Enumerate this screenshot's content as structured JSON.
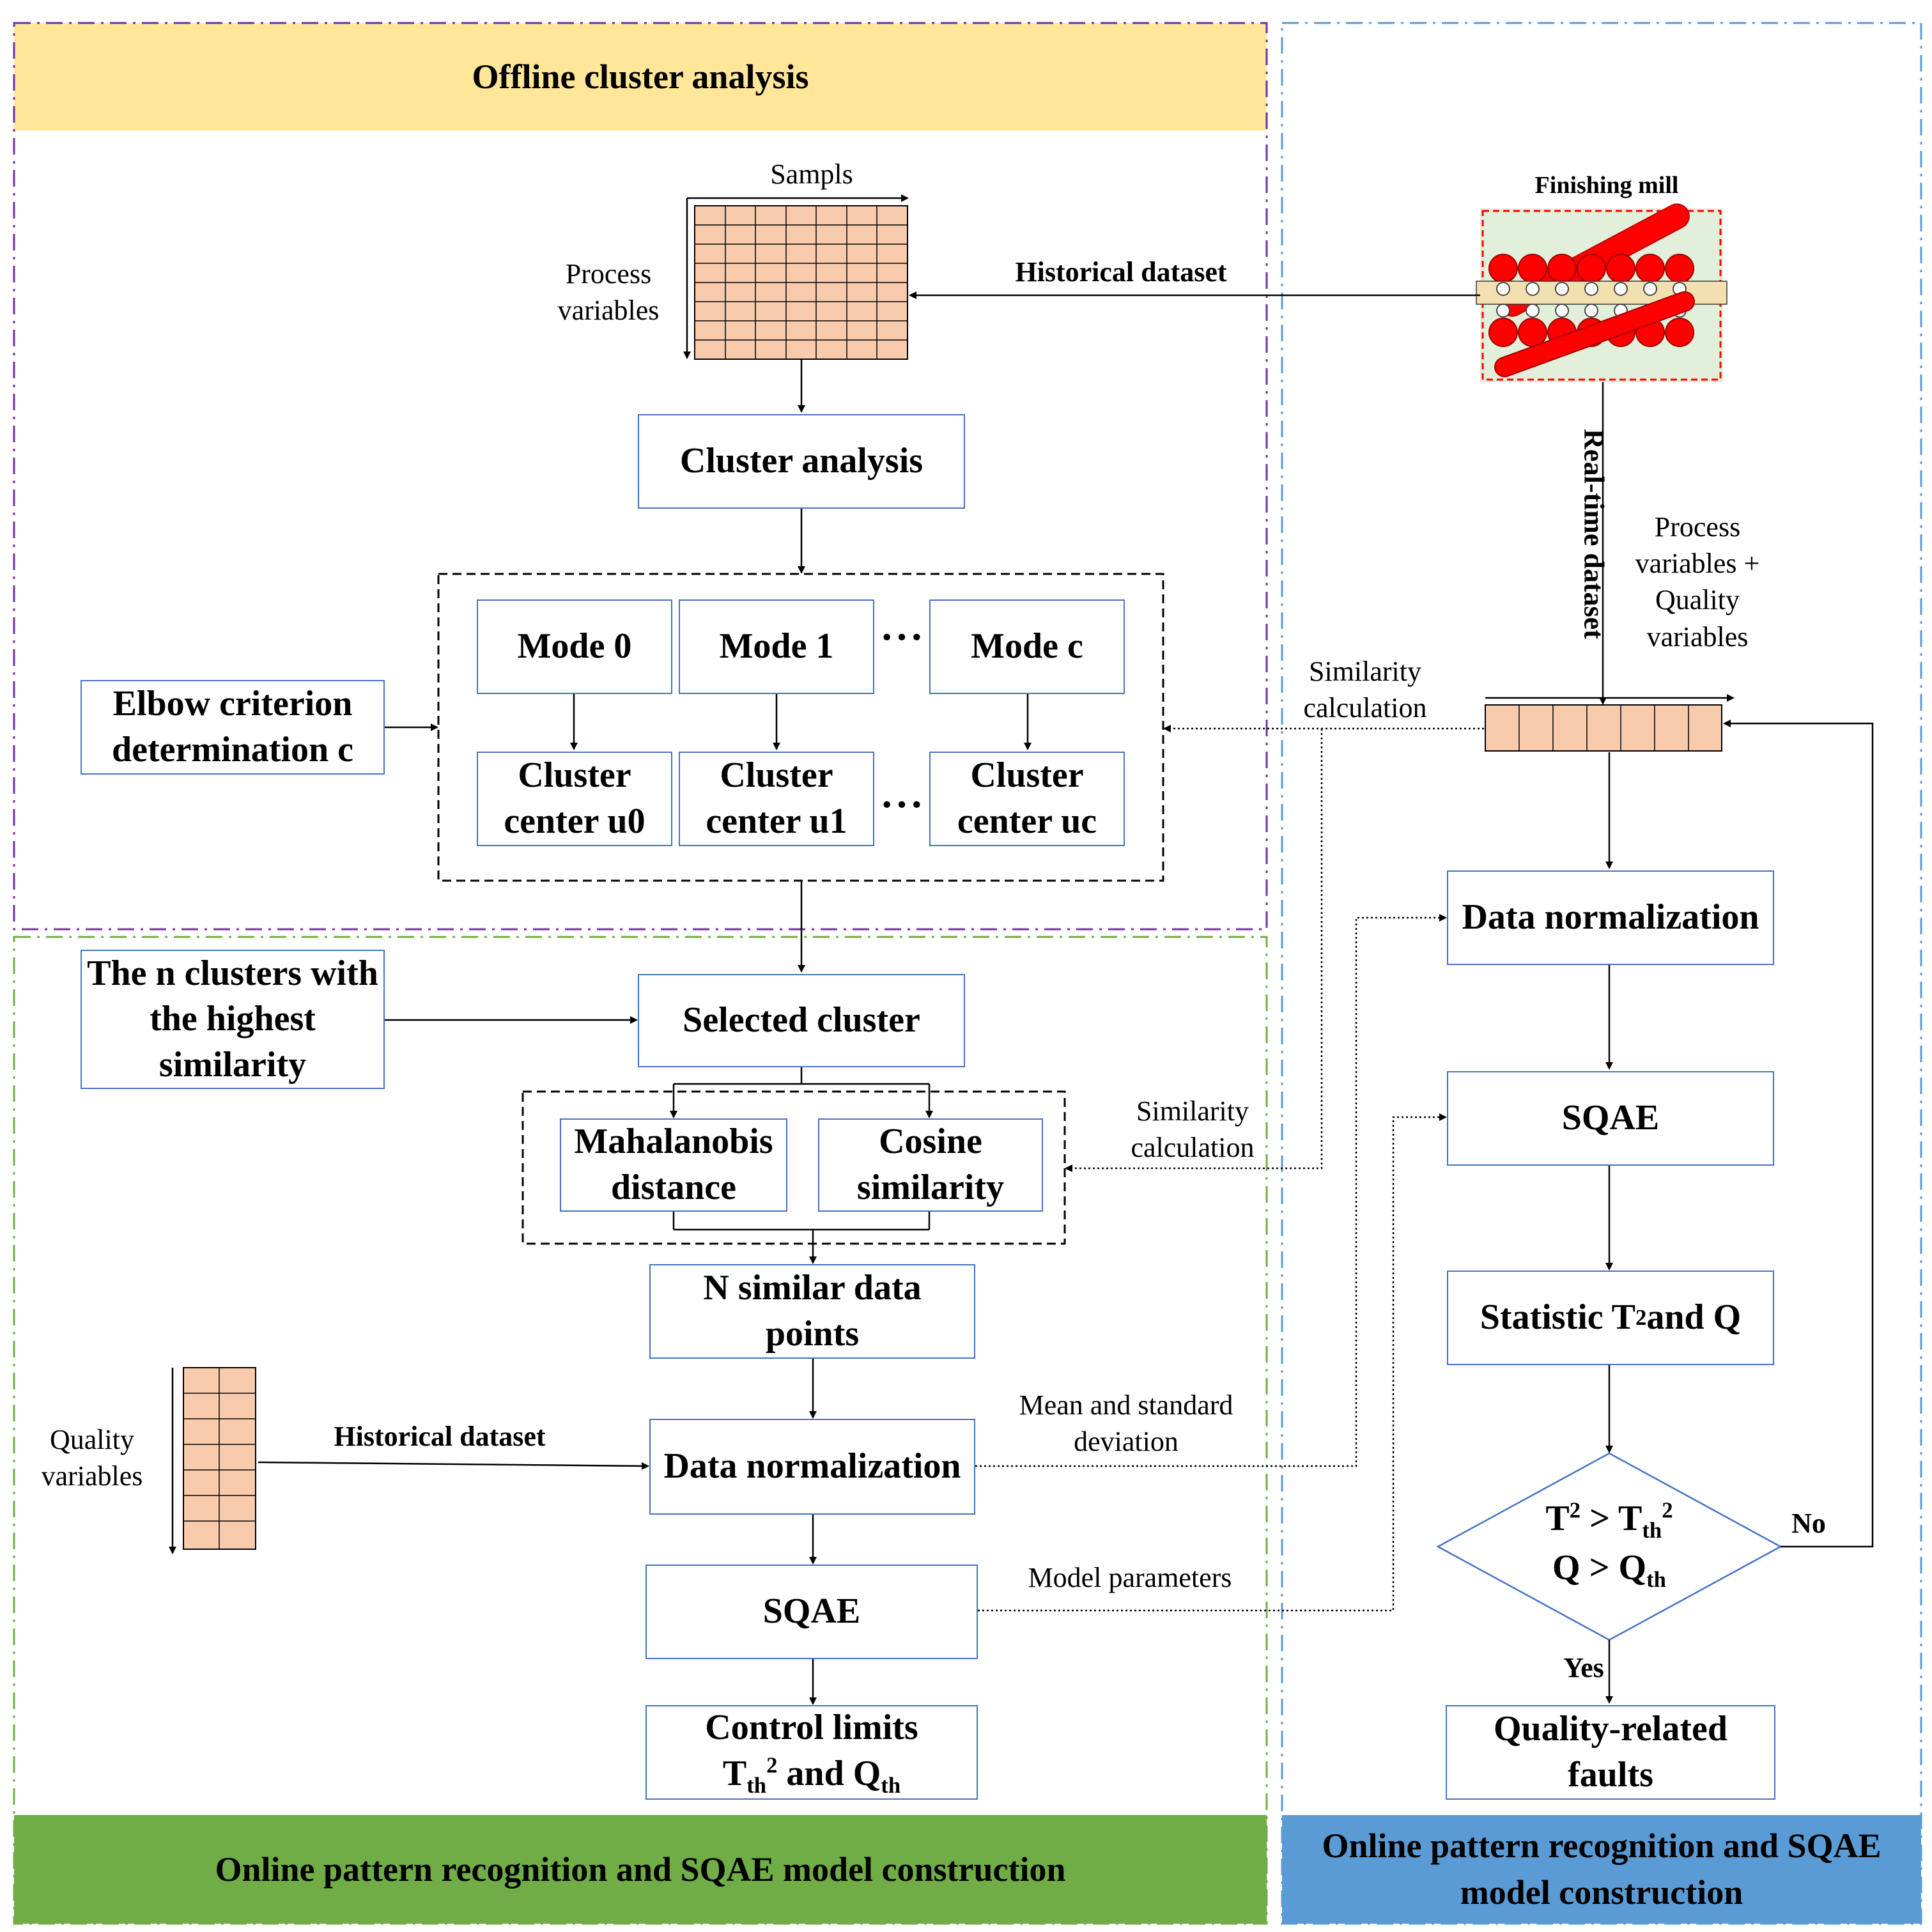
{
  "regions": {
    "offline_title": "Offline cluster analysis",
    "online_left_title": "Online pattern recognition and SQAE model construction",
    "online_right_title": "Online pattern recognition and SQAE model construction",
    "colors": {
      "offline_band": "#ffe699",
      "online_left_band": "#70ad47",
      "online_right_band": "#5b9bd5",
      "offline_border": "#7030a0",
      "online_left_border": "#70ad47",
      "online_right_border": "#5b9bd5",
      "box_border": "#4472c4",
      "matrix_fill": "#f8cbad"
    }
  },
  "offline": {
    "samples_label": "Sampls",
    "process_variables_label": "Process variables",
    "historical_dataset_label": "Historical dataset",
    "cluster_analysis": "Cluster analysis",
    "modes": [
      "Mode 0",
      "Mode 1",
      "Mode c"
    ],
    "centers": [
      "Cluster center u0",
      "Cluster center u1",
      "Cluster center uc"
    ],
    "ellipsis": "···",
    "elbow": "Elbow criterion determination c"
  },
  "online_left": {
    "n_clusters": "The n clusters with the highest similarity",
    "selected_cluster": "Selected cluster",
    "mahalanobis": "Mahalanobis distance",
    "cosine": "Cosine similarity",
    "n_similar": "N similar data points",
    "quality_variables_label": "Quality variables",
    "historical_dataset_label": "Historical dataset",
    "data_normalization": "Data normalization",
    "sqae": "SQAE",
    "control_limits_line1": "Control limits",
    "control_limits_T": "T",
    "control_limits_th": "th",
    "control_limits_sq": "2",
    "control_limits_and": " and Q",
    "similarity_calc_label": "Similarity calculation",
    "mean_std_label": "Mean and standard deviation",
    "model_params_label": "Model parameters"
  },
  "online_right": {
    "finishing_mill": "Finishing mill",
    "realtime_dataset": "Real-time dataset",
    "process_quality_label": "Process variables + Quality variables",
    "similarity_calc_label": "Similarity calculation",
    "data_normalization": "Data normalization",
    "sqae": "SQAE",
    "statistic_prefix": "Statistic T",
    "statistic_sq": "2",
    "statistic_suffix": " and Q",
    "decision_T": "T",
    "decision_sq": "2",
    "decision_gt": " > T",
    "decision_th": "th",
    "decision_Q": "Q > Q",
    "no_label": "No",
    "yes_label": "Yes",
    "faults": "Quality-related faults"
  }
}
